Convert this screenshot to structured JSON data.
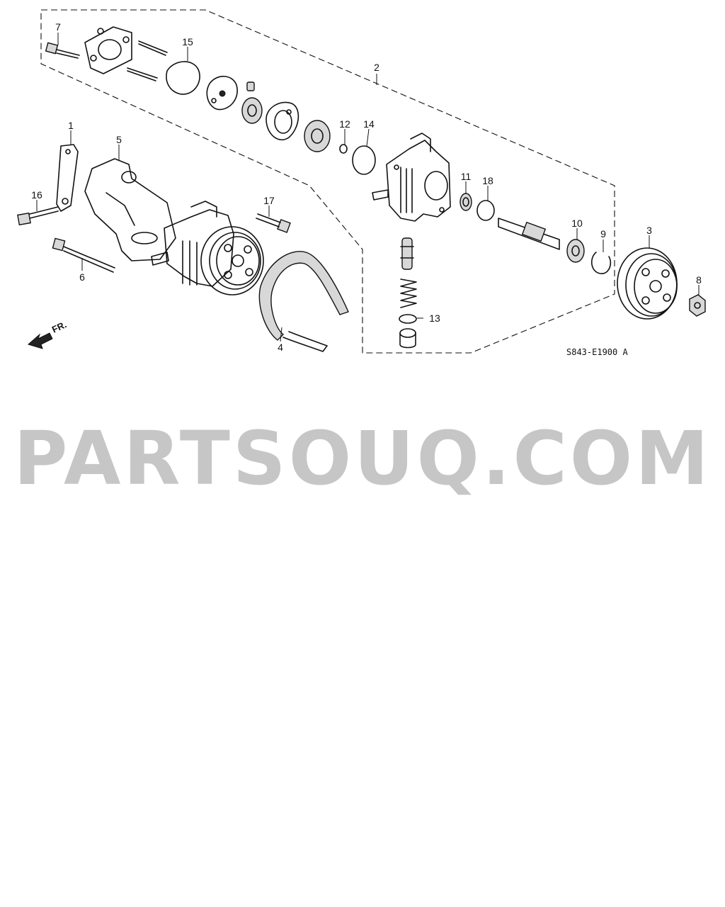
{
  "callouts": [
    "1",
    "2",
    "3",
    "4",
    "5",
    "6",
    "7",
    "8",
    "9",
    "10",
    "11",
    "12",
    "13",
    "14",
    "15",
    "16",
    "17",
    "18"
  ],
  "front_marker": "FR.",
  "diagram_code": "S843-E1900 A",
  "watermark": "PARTSOUQ.COM"
}
